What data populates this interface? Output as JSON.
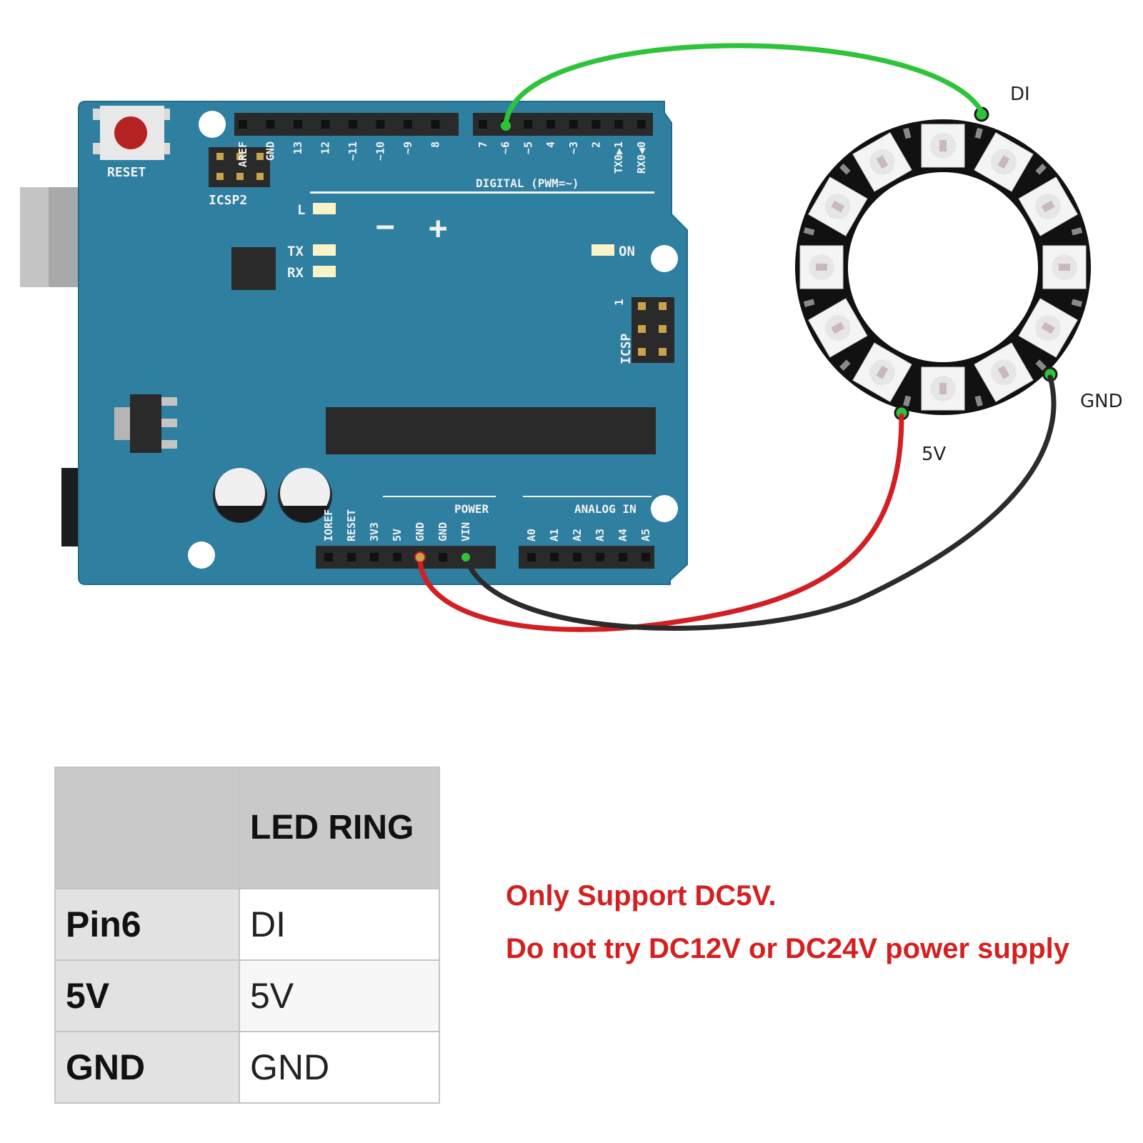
{
  "board": {
    "reset_label": "RESET",
    "icsp2_label": "ICSP2",
    "icsp_label": "ICSP",
    "icsp_pin1": "1",
    "digital_label": "DIGITAL (PWM=~)",
    "led_l": "L",
    "led_tx": "TX",
    "led_rx": "RX",
    "led_on": "ON",
    "minus": "−",
    "plus": "+",
    "power_label": "POWER",
    "analog_label": "ANALOG IN",
    "top_pins": [
      "AREF",
      "GND",
      "13",
      "12",
      "~11",
      "~10",
      "~9",
      "8",
      "7",
      "~6",
      "~5",
      "4",
      "~3",
      "2",
      "TX0▶1",
      "RX0◀0"
    ],
    "power_pins": [
      "IOREF",
      "RESET",
      "3V3",
      "5V",
      "GND",
      "GND",
      "VIN"
    ],
    "analog_pins": [
      "A0",
      "A1",
      "A2",
      "A3",
      "A4",
      "A5"
    ]
  },
  "ring": {
    "label_di": "DI",
    "label_gnd": "GND",
    "label_5v": "5V"
  },
  "colors": {
    "board": "#2f7fa0",
    "wire_data": "#2ec43a",
    "wire_power": "#d11f23",
    "wire_ground": "#2b2b2b",
    "warning": "#d42020"
  },
  "table": {
    "header": "LED RING",
    "rows": [
      {
        "arduino": "Pin6",
        "ring": "DI"
      },
      {
        "arduino": "5V",
        "ring": "5V"
      },
      {
        "arduino": "GND",
        "ring": "GND"
      }
    ]
  },
  "warning": {
    "line1": "Only Support DC5V.",
    "line2": "Do not try DC12V or DC24V power supply"
  }
}
